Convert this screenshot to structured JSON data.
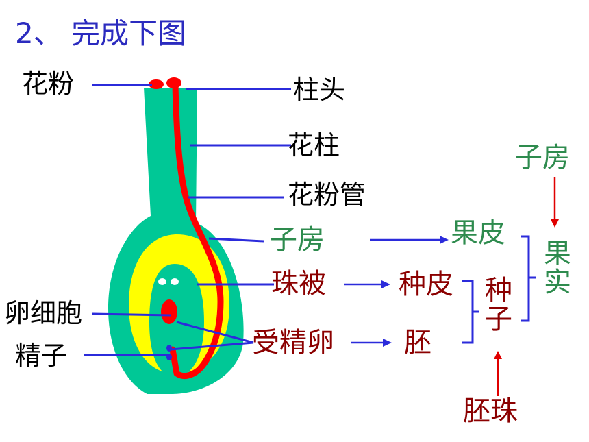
{
  "title": "2、 完成下图",
  "labels": {
    "pollen": "花粉",
    "stigma": "柱头",
    "style": "花柱",
    "pollen_tube": "花粉管",
    "egg_cell": "卵细胞",
    "sperm": "精子"
  },
  "transform": {
    "ovary": "子房",
    "integument": "珠被",
    "zygote": "受精卵",
    "pericarp": "果皮",
    "seed_coat": "种皮",
    "embryo": "胚",
    "seed": "种子",
    "fruit": "果实",
    "ovary_top": "子房",
    "ovule": "胚珠"
  },
  "colors": {
    "title": "#2b2bbf",
    "pistil": "#00c896",
    "embryo_sac_outer": "#ffff00",
    "pollen_tube": "#ff0000",
    "connector": "#2b2bdb",
    "green_text": "#2e8b4e",
    "red_text": "#8b0000"
  }
}
